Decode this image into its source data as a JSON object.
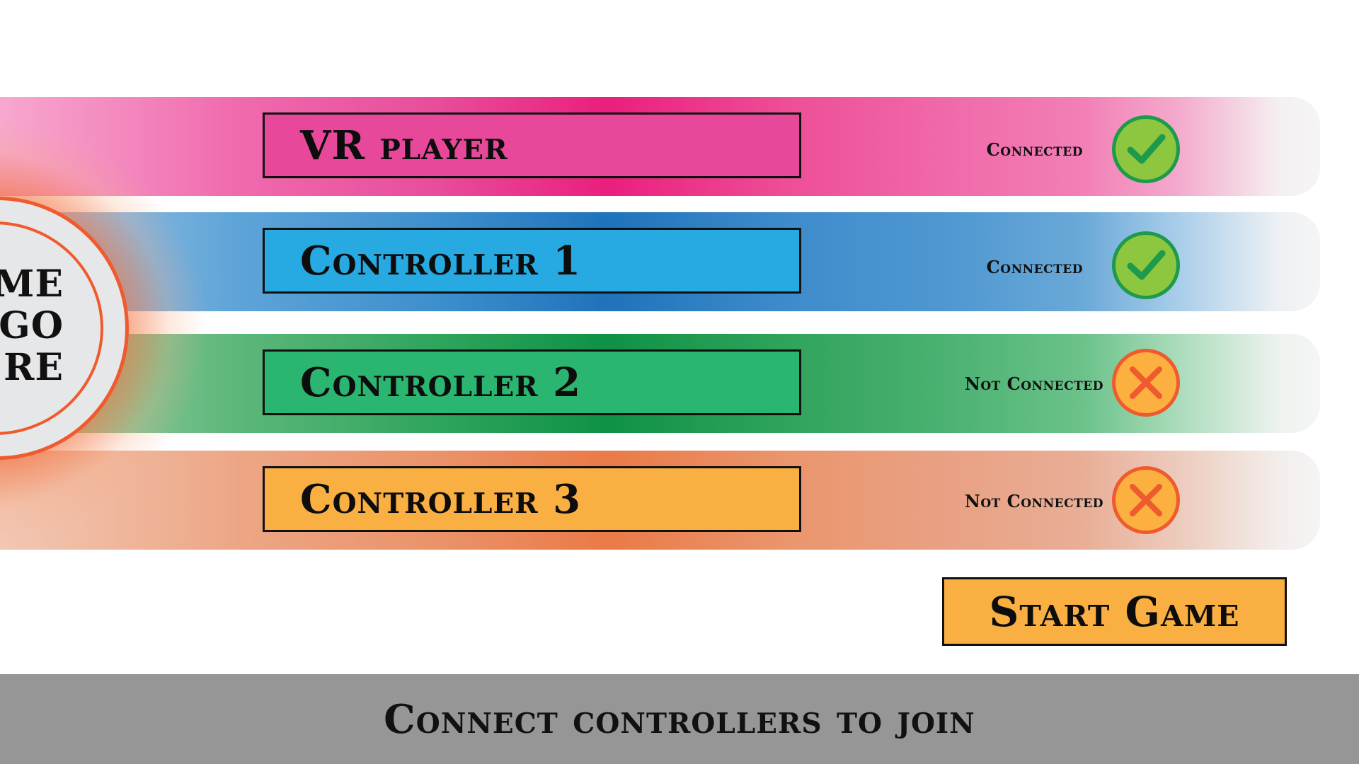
{
  "logo": {
    "lines": [
      "ME",
      "GO",
      "RE"
    ]
  },
  "players": [
    {
      "label": "VR player",
      "status": "Connected",
      "connected": true,
      "icon": "checkmark-icon",
      "color": "#e8489a"
    },
    {
      "label": "Controller 1",
      "status": "Connected",
      "connected": true,
      "icon": "checkmark-icon",
      "color": "#27a9e1"
    },
    {
      "label": "Controller 2",
      "status": "Not Connected",
      "connected": false,
      "icon": "cross-icon",
      "color": "#2ab670"
    },
    {
      "label": "Controller 3",
      "status": "Not Connected",
      "connected": false,
      "icon": "cross-icon",
      "color": "#faaf42"
    }
  ],
  "start_button": {
    "label": "Start Game",
    "color": "#faaf42"
  },
  "footer": {
    "message": "Connect controllers to join",
    "color": "#969696"
  },
  "colors": {
    "connected_fill": "#8dc63f",
    "connected_ring": "#1d9a4c",
    "disconnected_fill": "#fbb040",
    "disconnected_ring": "#ef5a2e"
  }
}
